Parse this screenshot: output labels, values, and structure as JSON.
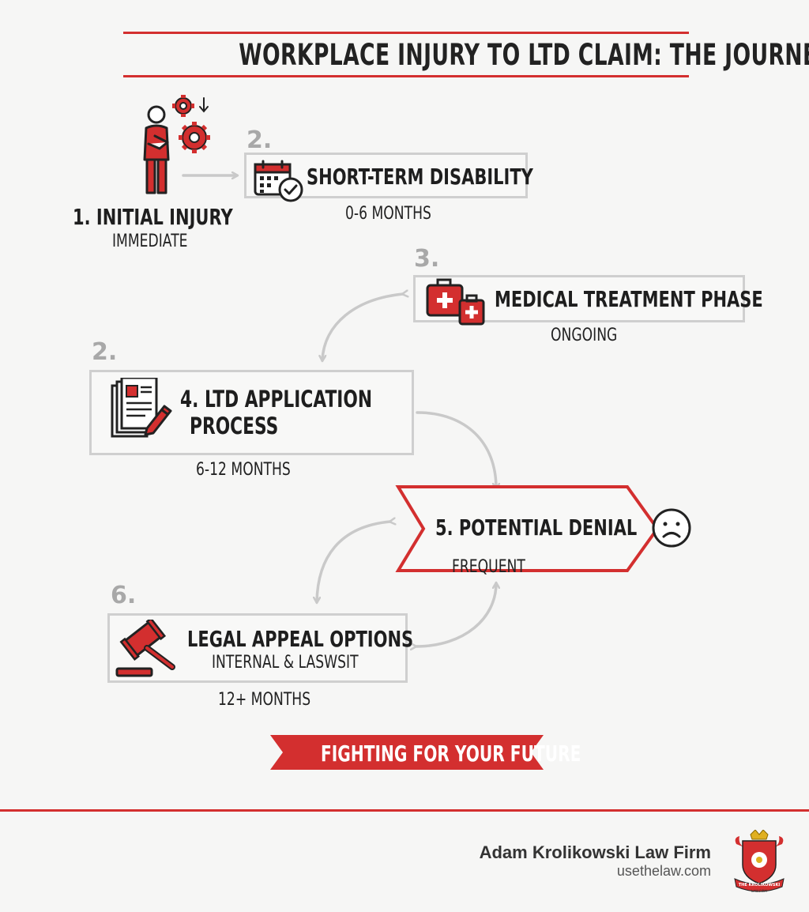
{
  "title": "WORKPLACE INJURY TO LTD CLAIM: THE JOURNEY",
  "steps": [
    {
      "number": "",
      "label": "1. INITIAL INJURY",
      "duration": "IMMEDIATE",
      "icon": "injured-worker-gears-icon"
    },
    {
      "number": "2.",
      "label": "SHORT-TERM DISABILITY",
      "duration": "0-6 MONTHS",
      "icon": "calendar-check-icon"
    },
    {
      "number": "3.",
      "label": "MEDICAL TREATMENT PHASE",
      "duration": "ONGOING",
      "icon": "medical-kit-icon"
    },
    {
      "number": "2.",
      "label_line1": "4. LTD APPLICATION",
      "label_line2": "PROCESS",
      "duration": "6-12 MONTHS",
      "icon": "documents-pen-icon"
    },
    {
      "number": "",
      "label": "5. POTENTIAL DENIAL",
      "duration": "FREQUENT",
      "icon": "sad-face-icon"
    },
    {
      "number": "6.",
      "label": "LEGAL APPEAL OPTIONS",
      "sublabel": "INTERNAL & LASWSIT",
      "duration": "12+ MONTHS",
      "icon": "gavel-icon"
    }
  ],
  "banner": "FIGHTING FOR YOUR FUTURE",
  "footer": {
    "firm_name": "Adam Krolikowski Law Firm",
    "url": "usethelaw.com",
    "logo_text": "THE KROLIKOWSKI",
    "logo_subtext": "LAW FIRM"
  },
  "colors": {
    "accent": "#d32f2f",
    "box_border": "#cfcfcf",
    "step_number": "#a8a8a8",
    "text": "#1e1e1e"
  }
}
